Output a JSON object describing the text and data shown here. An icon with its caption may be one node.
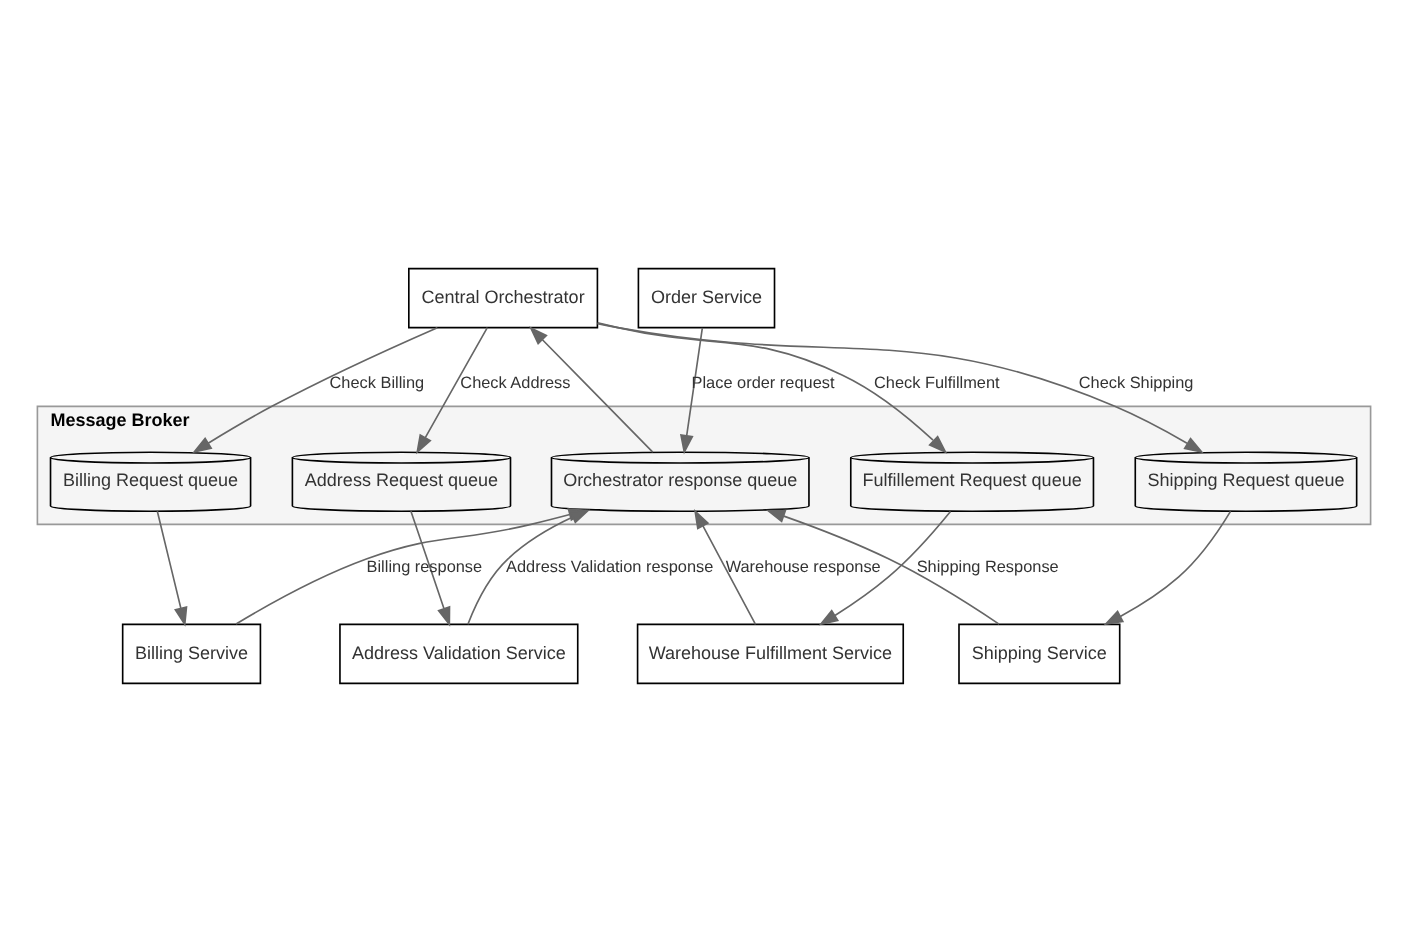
{
  "diagram": {
    "nodes": [
      {
        "text": [
          "Central Orchestrator"
        ]
      },
      {
        "text": [
          "Order Service"
        ]
      },
      {
        "text": [
          "Message Broker"
        ]
      },
      {
        "text": [
          "Orchestrator response queue"
        ],
        "in": 2
      },
      {
        "text": [
          "Billing Request queue"
        ],
        "in": 2
      },
      {
        "text": [
          "Address Request queue"
        ],
        "in": 2
      },
      {
        "text": [
          "Fulfillement Request queue"
        ],
        "in": 2
      },
      {
        "text": [
          "Shipping Request queue"
        ],
        "in": 2
      },
      {
        "text": [
          "Billing Servive"
        ]
      },
      {
        "text": [
          "Address Validation Service"
        ]
      },
      {
        "text": [
          "Warehouse Fulfillment Service"
        ]
      },
      {
        "text": [
          "Shipping Service"
        ]
      }
    ],
    "edges": [
      {
        "from": 3,
        "to": 0,
        "arrow": "to"
      },
      {
        "from": 0,
        "to": 5,
        "arrow": "to",
        "label": "Check Address"
      },
      {
        "from": 0,
        "to": 4,
        "arrow": "to",
        "label": "Check Billing"
      },
      {
        "from": 0,
        "to": 6,
        "arrow": "to",
        "label": "Check Fulfillment"
      },
      {
        "from": 1,
        "to": 3,
        "arrow": "to",
        "label": "Place order request"
      },
      {
        "from": 0,
        "to": 7,
        "arrow": "to",
        "label": "Check Shipping"
      },
      {
        "from": 4,
        "to": 8,
        "arrow": "to"
      },
      {
        "from": 5,
        "to": 9,
        "arrow": "to"
      },
      {
        "from": 6,
        "to": 10,
        "arrow": "to"
      },
      {
        "from": 7,
        "to": 11,
        "arrow": "to"
      },
      {
        "from": 8,
        "to": 3,
        "arrow": "to",
        "label": "Billing response"
      },
      {
        "from": 9,
        "to": 3,
        "arrow": "to",
        "label": "Address Validation response"
      },
      {
        "from": 10,
        "to": 3,
        "arrow": "to",
        "label": "Warehouse response"
      },
      {
        "from": 11,
        "to": 3,
        "arrow": "to",
        "label": "Shipping Response"
      }
    ]
  }
}
